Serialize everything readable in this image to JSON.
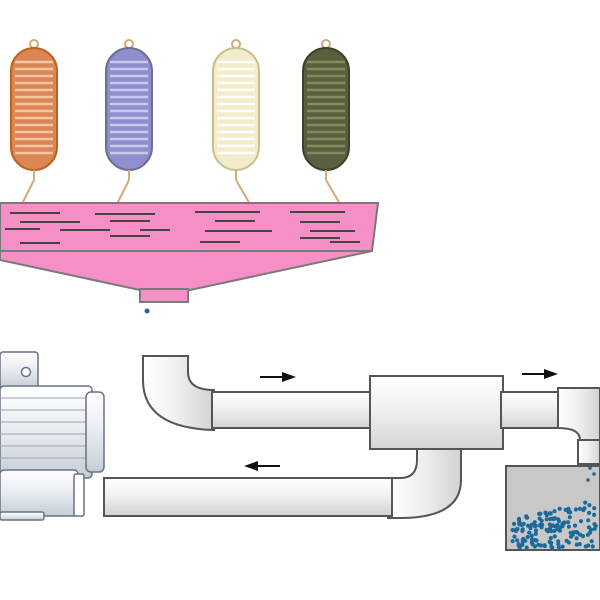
{
  "diagram": {
    "background": "#ffffff",
    "outline_color": "#555555",
    "pipe_fill": "#eeeeee",
    "pipe_shade": "#d9d9d9",
    "tank": {
      "fill": "#f68fc6",
      "stroke": "#7a7a7a",
      "line_color": "#444444",
      "outlet_fill": "#f68fc6",
      "drip_color": "#1d6a9a"
    },
    "filters": [
      {
        "name": "filter-orange",
        "body": "#dd8555",
        "stroke": "#b8651f",
        "stripe": "#f4c6a4",
        "hanger": "#d4a878"
      },
      {
        "name": "filter-blue",
        "body": "#8f8fcf",
        "stroke": "#6e6e8e",
        "stripe": "#c9c9ea",
        "hanger": "#d4a878"
      },
      {
        "name": "filter-cream",
        "body": "#f2ecca",
        "stroke": "#c8c08c",
        "stripe": "#ffffff",
        "hanger": "#d4a878"
      },
      {
        "name": "filter-olive",
        "body": "#5a5f3e",
        "stroke": "#3d4129",
        "stripe": "#858b61",
        "hanger": "#d4a878"
      }
    ],
    "collector": {
      "fill": "#c8c8c8",
      "stroke": "#555555",
      "pellet_color": "#1d6a9a"
    },
    "arrows": [
      {
        "name": "flow-arrow-upper-left",
        "direction": "right"
      },
      {
        "name": "flow-arrow-upper-right",
        "direction": "right"
      },
      {
        "name": "flow-arrow-lower",
        "direction": "left"
      }
    ]
  }
}
